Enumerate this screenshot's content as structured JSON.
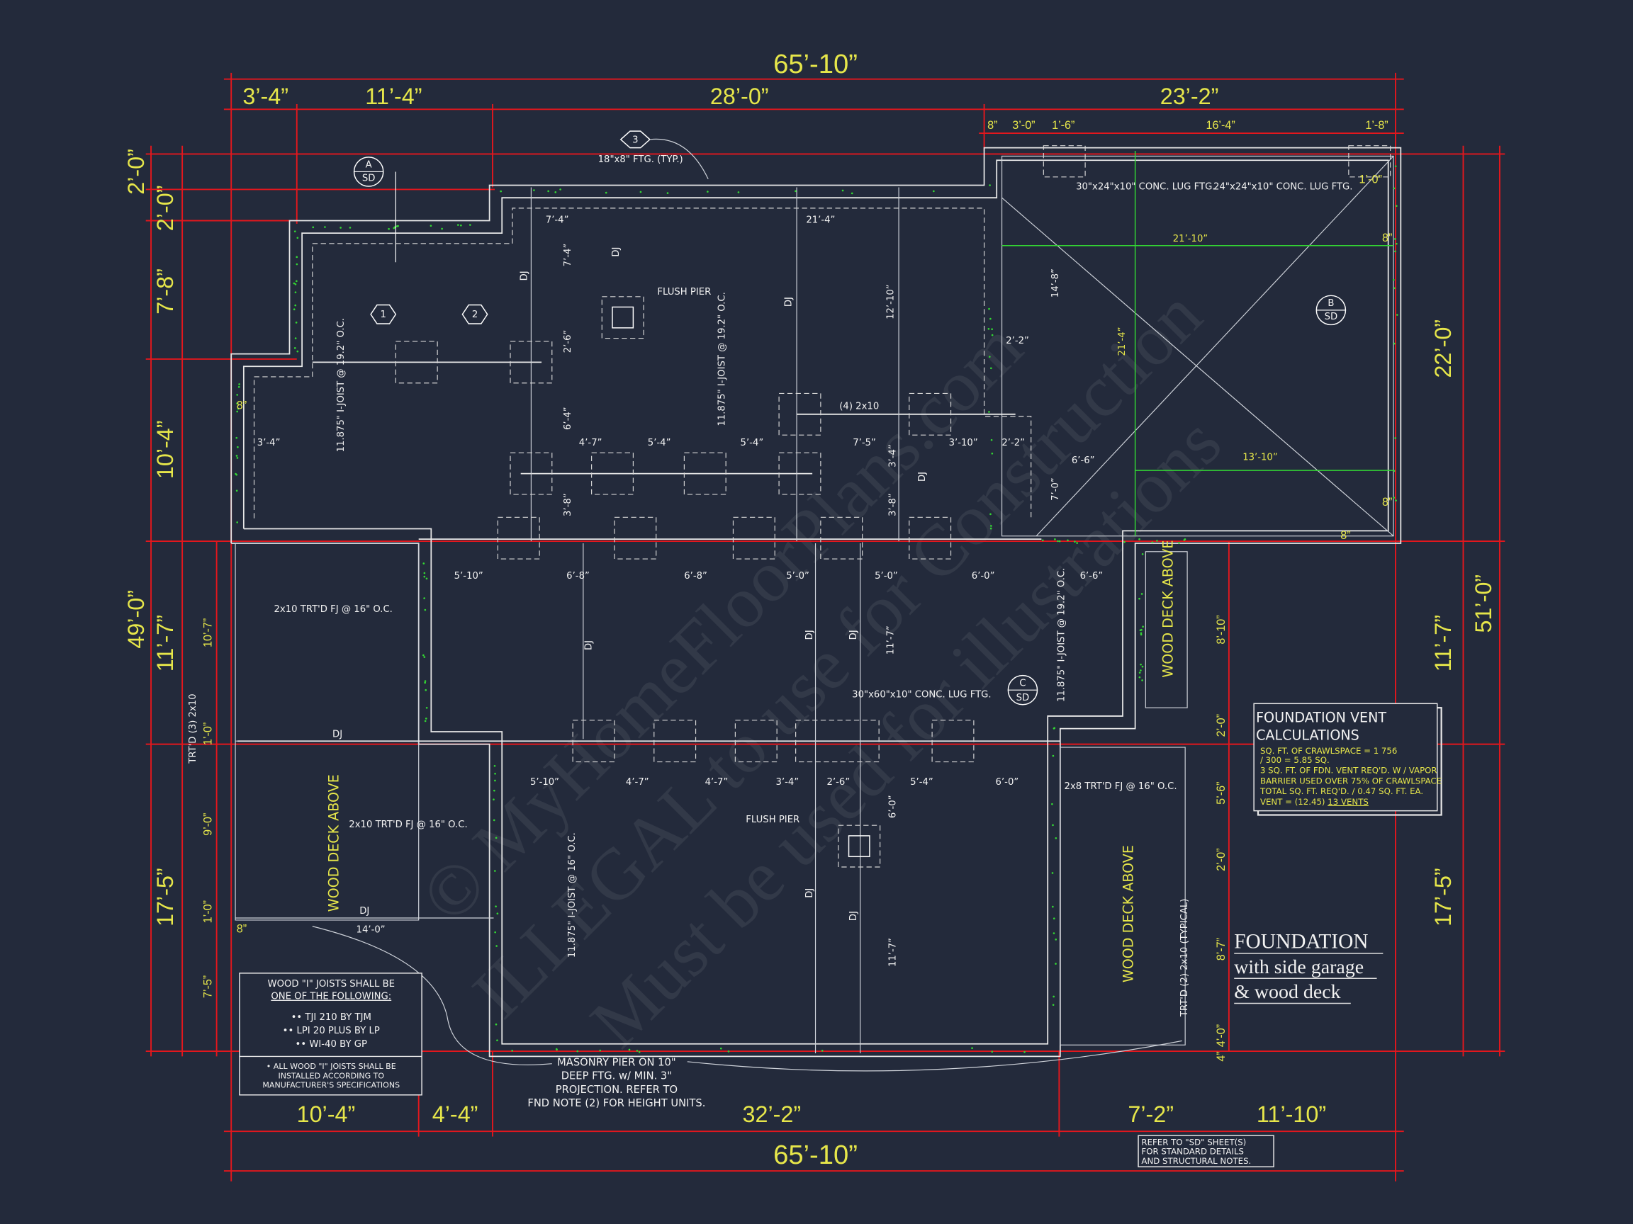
{
  "sheet": {
    "title_line1": "FOUNDATION",
    "title_line2": "with side garage",
    "title_line3": "& wood deck",
    "watermark": [
      "© MyHomeFloorPlans.com",
      "ILLEGAL to use for Construction",
      "Must be used for illustrations"
    ]
  },
  "dims_top": [
    "65’-10”",
    "3’-4”",
    "11’-4”",
    "28’-0”",
    "23’-2”"
  ],
  "dims_top_small": [
    "8”",
    "3’-0”",
    "1’-6”",
    "16’-4”",
    "1’-8”"
  ],
  "dims_bottom": [
    "10’-4”",
    "4’-4”",
    "32’-2”",
    "7’-2”",
    "11’-10”",
    "65’-10”"
  ],
  "dims_left": [
    "2’-0”",
    "2’-0”",
    "7’-8”",
    "10’-4”",
    "49’-0”",
    "11’-7”",
    "17’-5”"
  ],
  "dims_left_small": [
    "10’-7”",
    "1’-0”",
    "9’-0”",
    "1’-0”",
    "7’-5”"
  ],
  "dims_right": [
    "22’-0”",
    "51’-0”",
    "11’-7”",
    "17’-5”"
  ],
  "dims_right_small": [
    "8’-10”",
    "2’-0”",
    "5’-6”",
    "2’-0”",
    "8’-7”",
    "4’-0”",
    "4”"
  ],
  "interior_dims": [
    "7’-4”",
    "21’-4”",
    "21’-10”",
    "14’-8”",
    "21’-4”",
    "7’-4”",
    "2’-6”",
    "6’-4”",
    "12’-10”",
    "3’-4”",
    "4’-7”",
    "5’-4”",
    "5’-4”",
    "7’-5”",
    "3’-10”",
    "2’-2”",
    "2’-2”",
    "6’-6”",
    "13’-10”",
    "7’-0”",
    "3’-4”",
    "3’-8”",
    "3’-8”",
    "5’-10”",
    "6’-8”",
    "6’-8”",
    "5’-0”",
    "5’-0”",
    "6’-0”",
    "6’-6”",
    "11’-7”",
    "5’-10”",
    "4’-7”",
    "4’-7”",
    "3’-4”",
    "2’-6”",
    "5’-4”",
    "6’-0”",
    "6’-0”",
    "11’-7”",
    "14’-0”",
    "8”",
    "8”",
    "8”",
    "1’-0”",
    "8”",
    "8”"
  ],
  "callouts": {
    "ftg_tag": "3",
    "ftg_note": "18\"x8\" FTG. (TYP.)",
    "sec_a": "A",
    "sec_b": "B",
    "sec_c": "C",
    "sd": "SD",
    "note1": "1",
    "note2": "2",
    "lug1": "30\"x24\"x10\" CONC. LUG FTG.",
    "lug2": "24\"x24\"x10\" CONC. LUG FTG.",
    "lug3": "30\"x60\"x10\" CONC. LUG FTG.",
    "flush_pier": "FLUSH PIER",
    "beam": "(4) 2x10",
    "dj": "DJ",
    "ijoist_192": "11.875\" I-JOIST @ 19.2\" O.C.",
    "ijoist_16": "11.875\" I-JOIST @ 16\" O.C.",
    "deck_fj1": "2x10 TRT'D FJ @ 16\" O.C.",
    "deck_fj2": "2x10 TRT'D FJ @ 16\" O.C.",
    "deck_fj3": "2x8 TRT'D FJ @ 16\" O.C.",
    "trtd_left": "TRT'D (3) 2x10",
    "trtd_right": "TRT'D (2) 2x10 (TYPICAL)",
    "wood_deck_above": "WOOD DECK ABOVE",
    "masonry": [
      "MASONRY PIER ON 10\"",
      "DEEP FTG. w/ MIN. 3\"",
      "PROJECTION. REFER TO",
      "FND NOTE (2) FOR HEIGHT UNITS."
    ]
  },
  "vent_calc": {
    "title1": "FOUNDATION VENT",
    "title2": "CALCULATIONS",
    "lines": [
      "SQ. FT. OF CRAWLSPACE = 1 756",
      "/ 300 = 5.85 SQ.",
      "3 SQ. FT. OF FDN. VENT REQ'D. W / VAPOR",
      "BARRIER USED OVER 75% OF CRAWLSPACE",
      "TOTAL SQ. FT. REQ'D. / 0.47 SQ. FT. EA."
    ],
    "last_prefix": "VENT = (12.45)",
    "last_value": "13 VENTS"
  },
  "joist_note": {
    "title1": "WOOD \"I\" JOISTS SHALL BE",
    "title2": "ONE OF THE FOLLOWING:",
    "items": [
      "•• TJI 210 BY TJM",
      "•• LPI 20 PLUS BY LP",
      "•• WI-40 BY GP"
    ],
    "footer": [
      "• ALL WOOD \"I\" JOISTS SHALL BE",
      "INSTALLED ACCORDING TO",
      "MANUFACTURER'S SPECIFICATIONS"
    ]
  },
  "sd_note": [
    "REFER TO \"SD\" SHEET(S)",
    "FOR STANDARD DETAILS",
    "AND STRUCTURAL NOTES."
  ],
  "colors": {
    "background": "#232a3b",
    "dimension_line": "#e3171d",
    "dimension_text": "#e6e64a",
    "linework": "#e8e8e8",
    "rebar": "#33d633"
  }
}
